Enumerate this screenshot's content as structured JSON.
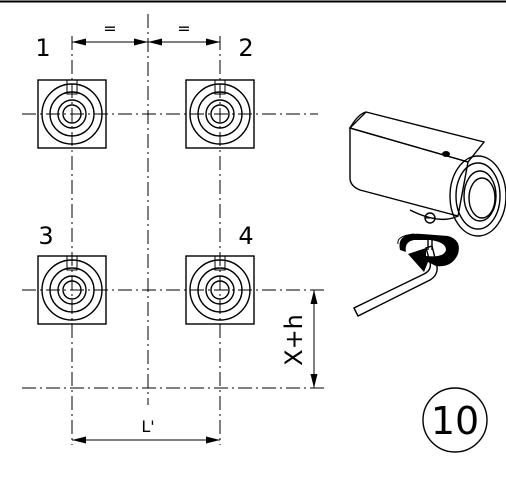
{
  "figure": {
    "mounts": [
      {
        "id": "1",
        "label": "1"
      },
      {
        "id": "2",
        "label": "2"
      },
      {
        "id": "3",
        "label": "3"
      },
      {
        "id": "4",
        "label": "4"
      }
    ],
    "dimensions": {
      "equal_left": "=",
      "equal_right": "=",
      "spacing": "L'",
      "height": "X+h"
    },
    "step_number": "10"
  }
}
